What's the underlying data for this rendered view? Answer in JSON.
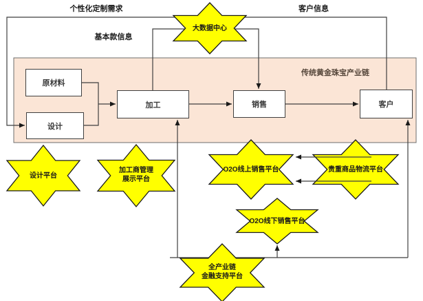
{
  "diagram": {
    "flow_labels": {
      "personalized_demand": "个性化定制需求",
      "customer_info": "客户信息",
      "basic_info": "基本款信息"
    },
    "chain": {
      "title": "传统黄金珠宝产业链",
      "boxes": {
        "raw_material": "原材料",
        "design": "设计",
        "processing": "加工",
        "sales": "销售",
        "customer": "客户"
      }
    },
    "stars": {
      "big_data": "大数据中心",
      "design_platform": "设计平台",
      "processor_platform_line1": "加工商管理",
      "processor_platform_line2": "展示平台",
      "o2o_online": "O2O线上销售平台",
      "logistics": "贵重商品物流平台",
      "o2o_offline": "O2O线下销售平台",
      "finance_platform_line1": "全产业链",
      "finance_platform_line2": "金融支持平台"
    },
    "colors": {
      "star_fill": "#ffff00",
      "chain_fill": "#fbe5d6",
      "line": "#3f3f3f"
    }
  }
}
